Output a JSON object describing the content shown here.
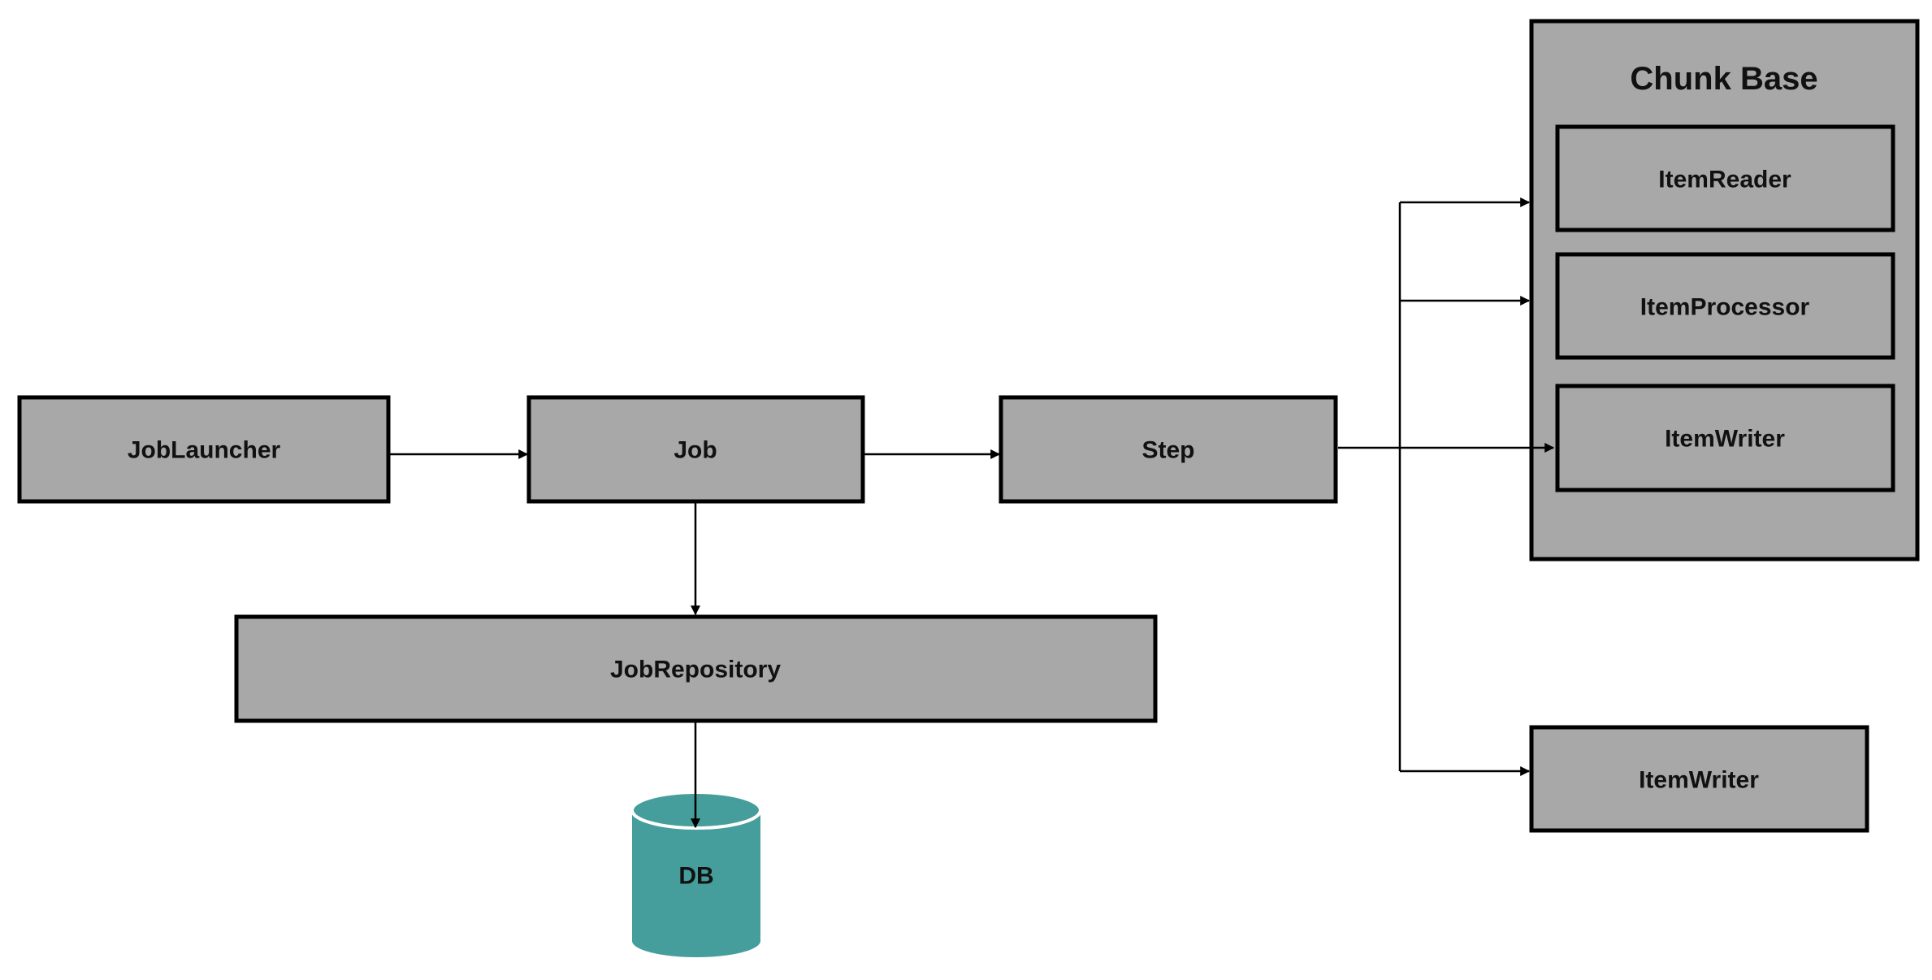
{
  "colors": {
    "box_fill": "#a8a8a8",
    "db_fill": "#459e9b",
    "stroke": "#000000",
    "text": "#111111"
  },
  "nodes": {
    "job_launcher": "JobLauncher",
    "job": "Job",
    "step": "Step",
    "job_repository": "JobRepository",
    "db": "DB",
    "chunk_base_title": "Chunk Base",
    "item_reader": "ItemReader",
    "item_processor": "ItemProcessor",
    "item_writer_in_chunk": "ItemWriter",
    "item_writer_standalone": "ItemWriter"
  }
}
